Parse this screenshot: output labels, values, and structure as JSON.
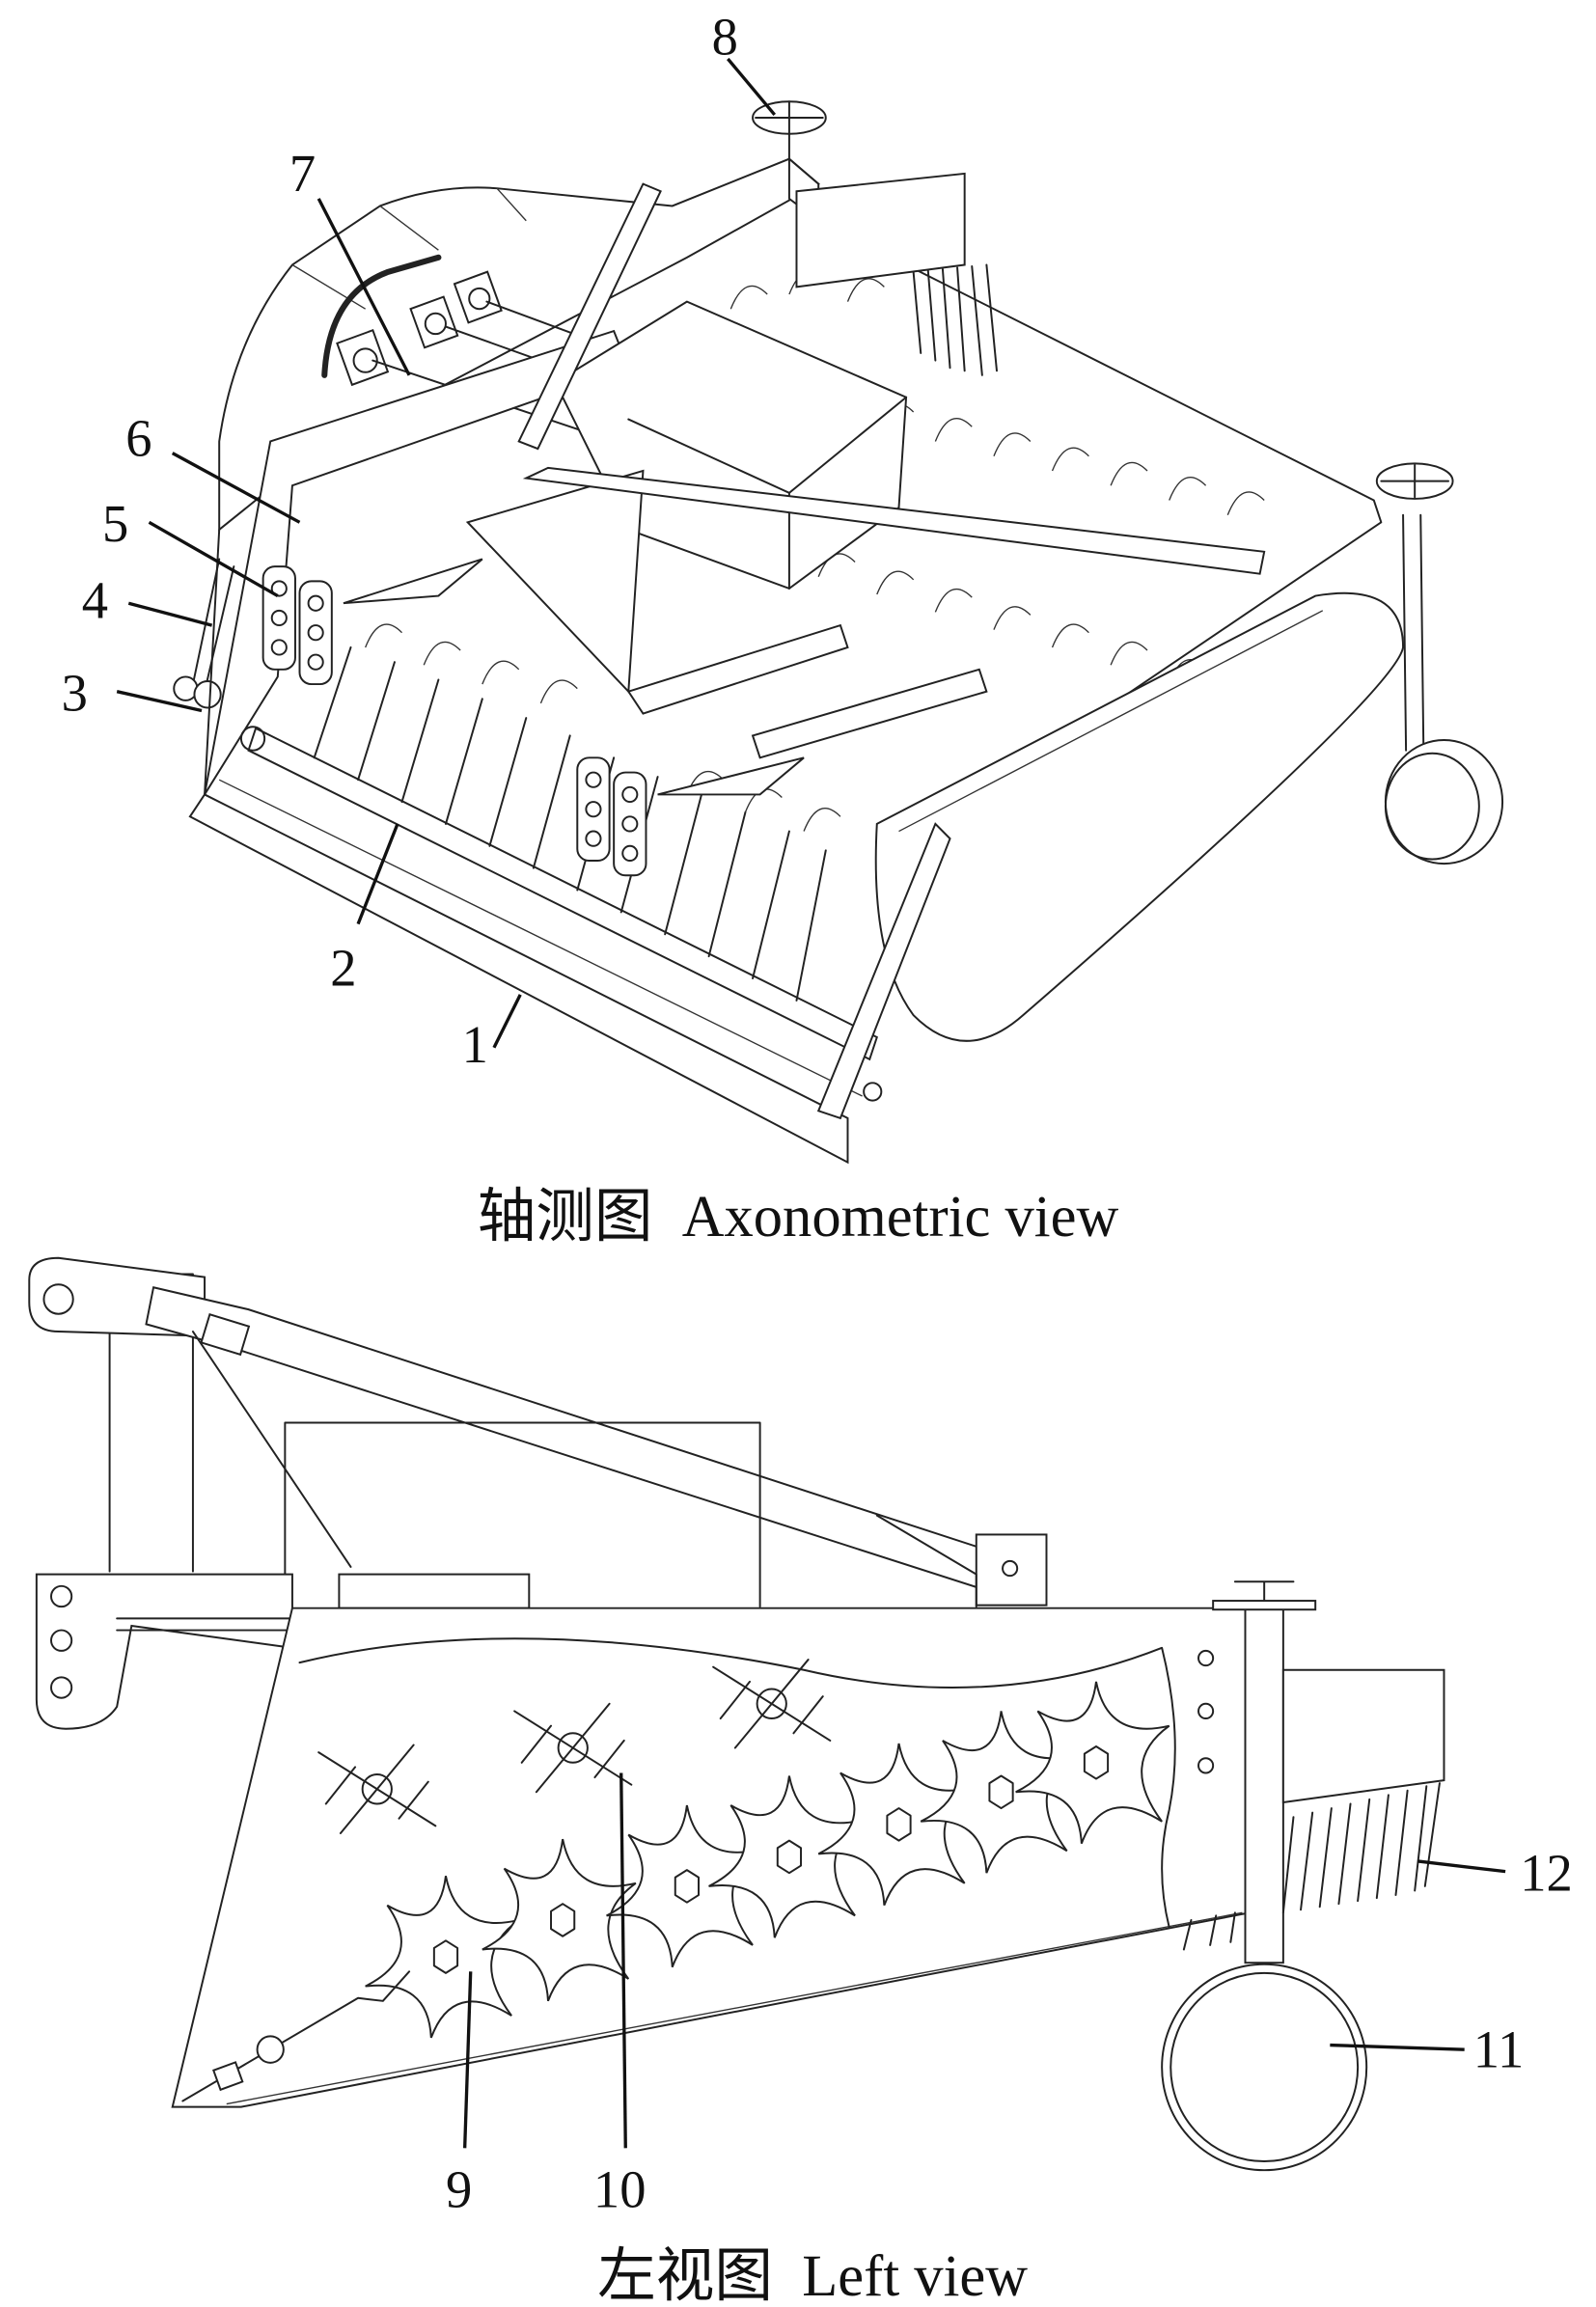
{
  "figure": {
    "views": [
      {
        "id": "axonometric",
        "caption_cn": "轴测图",
        "caption_en": "Axonometric view",
        "labels": [
          "1",
          "2",
          "3",
          "4",
          "5",
          "6",
          "7",
          "8"
        ]
      },
      {
        "id": "left",
        "caption_cn": "左视图",
        "caption_en": "Left view",
        "labels": [
          "9",
          "10",
          "11",
          "12"
        ]
      }
    ]
  },
  "colors": {
    "line": "#222222",
    "background": "#ffffff"
  }
}
